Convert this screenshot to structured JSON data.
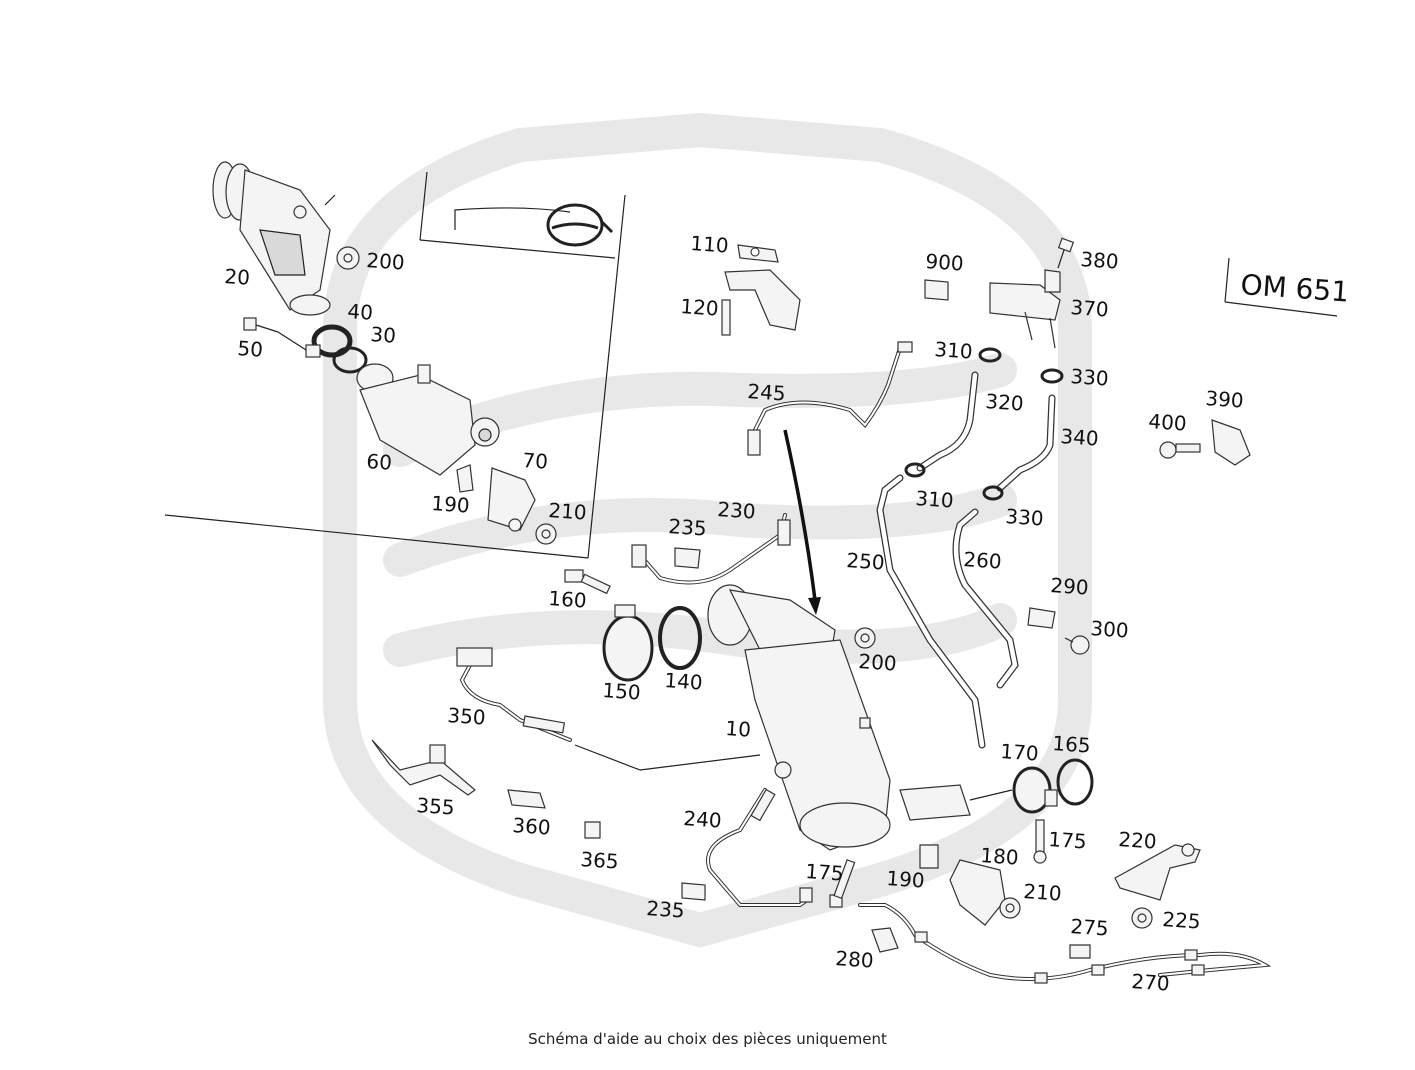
{
  "engine_code": "OM 651",
  "caption": "Schéma d'aide au choix des pièces uniquement",
  "labels": [
    {
      "id": "20",
      "text": "20"
    },
    {
      "id": "200a",
      "text": "200"
    },
    {
      "id": "40",
      "text": "40"
    },
    {
      "id": "30",
      "text": "30"
    },
    {
      "id": "50",
      "text": "50"
    },
    {
      "id": "60",
      "text": "60"
    },
    {
      "id": "70",
      "text": "70"
    },
    {
      "id": "190a",
      "text": "190"
    },
    {
      "id": "210a",
      "text": "210"
    },
    {
      "id": "110",
      "text": "110"
    },
    {
      "id": "120",
      "text": "120"
    },
    {
      "id": "245",
      "text": "245"
    },
    {
      "id": "900",
      "text": "900"
    },
    {
      "id": "380",
      "text": "380"
    },
    {
      "id": "370",
      "text": "370"
    },
    {
      "id": "310a",
      "text": "310"
    },
    {
      "id": "320",
      "text": "320"
    },
    {
      "id": "330a",
      "text": "330"
    },
    {
      "id": "340",
      "text": "340"
    },
    {
      "id": "390",
      "text": "390"
    },
    {
      "id": "400",
      "text": "400"
    },
    {
      "id": "310b",
      "text": "310"
    },
    {
      "id": "330b",
      "text": "330"
    },
    {
      "id": "235a",
      "text": "235"
    },
    {
      "id": "230",
      "text": "230"
    },
    {
      "id": "250",
      "text": "250"
    },
    {
      "id": "260",
      "text": "260"
    },
    {
      "id": "290",
      "text": "290"
    },
    {
      "id": "300",
      "text": "300"
    },
    {
      "id": "160",
      "text": "160"
    },
    {
      "id": "200b",
      "text": "200"
    },
    {
      "id": "150",
      "text": "150"
    },
    {
      "id": "140",
      "text": "140"
    },
    {
      "id": "350",
      "text": "350"
    },
    {
      "id": "10",
      "text": "10"
    },
    {
      "id": "170",
      "text": "170"
    },
    {
      "id": "165",
      "text": "165"
    },
    {
      "id": "355",
      "text": "355"
    },
    {
      "id": "360",
      "text": "360"
    },
    {
      "id": "365",
      "text": "365"
    },
    {
      "id": "240",
      "text": "240"
    },
    {
      "id": "175a",
      "text": "175"
    },
    {
      "id": "220",
      "text": "220"
    },
    {
      "id": "180",
      "text": "180"
    },
    {
      "id": "175b",
      "text": "175"
    },
    {
      "id": "190b",
      "text": "190"
    },
    {
      "id": "210b",
      "text": "210"
    },
    {
      "id": "225",
      "text": "225"
    },
    {
      "id": "235b",
      "text": "235"
    },
    {
      "id": "275",
      "text": "275"
    },
    {
      "id": "280",
      "text": "280"
    },
    {
      "id": "270",
      "text": "270"
    }
  ],
  "colors": {
    "ink": "#222222",
    "watermark": "#e6e6e6",
    "background": "#ffffff"
  }
}
